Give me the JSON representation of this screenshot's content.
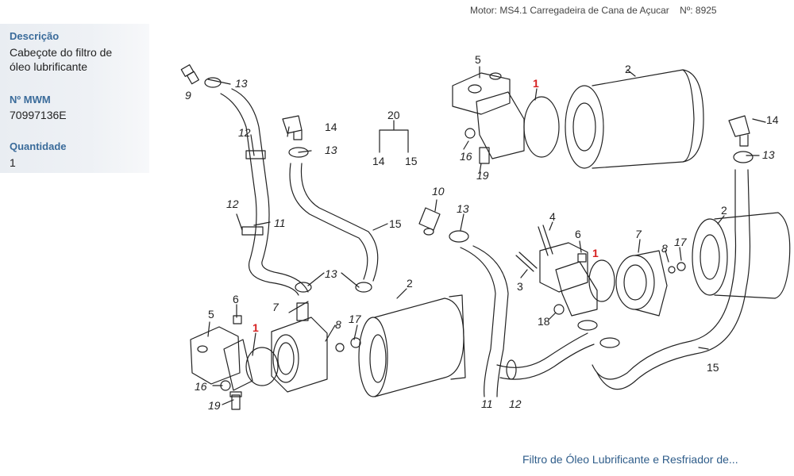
{
  "header": {
    "motor_text": "Motor: MS4.1 Carregadeira de Cana de Açucar",
    "numero_label": "Nº:",
    "numero_value": "8925"
  },
  "sidebar": {
    "descricao_label": "Descrição",
    "descricao_line1": "Cabeçote do filtro de",
    "descricao_line2": "óleo lubrificante",
    "mwm_label": "Nº MWM",
    "mwm_value": "70997136E",
    "quantidade_label": "Quantidade",
    "quantidade_value": "1"
  },
  "diagram": {
    "callouts": {
      "n1": "1",
      "n2": "2",
      "n3": "3",
      "n4": "4",
      "n5": "5",
      "n6": "6",
      "n7": "7",
      "n8": "8",
      "n9": "9",
      "n10": "10",
      "n11": "11",
      "n12": "12",
      "n13": "13",
      "n14": "14",
      "n15": "15",
      "n16": "16",
      "n17": "17",
      "n18": "18",
      "n19": "19",
      "n20": "20"
    },
    "highlight_color": "#d62020",
    "line_color": "#222222"
  },
  "footer": {
    "link_text": "Filtro de Óleo Lubrificante e Resfriador de..."
  }
}
